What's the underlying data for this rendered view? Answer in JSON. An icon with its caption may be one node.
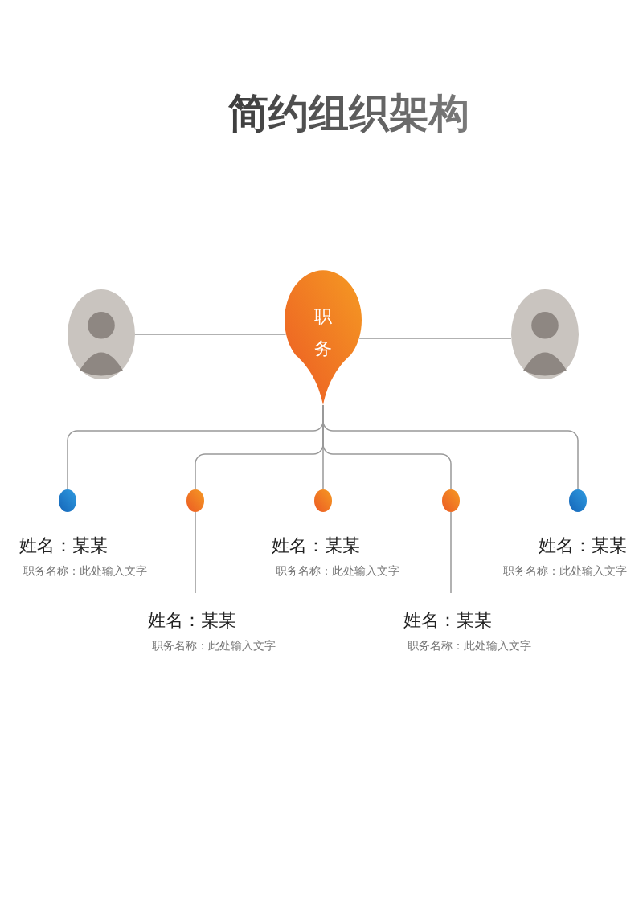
{
  "diagram": {
    "title": "简约组织架构",
    "nodes": [
      {
        "text": [],
        "shape": "picture"
      },
      {
        "text": [
          "职务"
        ]
      },
      {
        "text": [],
        "shape": "picture"
      },
      {
        "text": [],
        "shape": "circle",
        "beside": [
          "姓名：某某",
          "职务名称：此处输入文字"
        ]
      },
      {
        "text": [],
        "shape": "circle",
        "beside": [
          "姓名：某某",
          "职务名称：此处输入文字"
        ]
      },
      {
        "text": [],
        "shape": "circle",
        "beside": [
          "姓名：某某",
          "职务名称：此处输入文字"
        ]
      },
      {
        "text": [],
        "shape": "circle",
        "beside": [
          "姓名：某某",
          "职务名称：此处输入文字"
        ]
      },
      {
        "text": [],
        "shape": "circle",
        "beside": [
          "姓名：某某",
          "职务名称：此处输入文字"
        ]
      }
    ],
    "edges": [
      {
        "from": 0,
        "to": 1,
        "arrow": "none"
      },
      {
        "from": 1,
        "to": 2,
        "arrow": "none"
      },
      {
        "from": 1,
        "to": 3,
        "arrow": "none"
      },
      {
        "from": 1,
        "to": 4,
        "arrow": "none"
      },
      {
        "from": 1,
        "to": 5,
        "arrow": "none"
      },
      {
        "from": 1,
        "to": 6,
        "arrow": "none"
      },
      {
        "from": 1,
        "to": 7,
        "arrow": "none"
      }
    ]
  }
}
